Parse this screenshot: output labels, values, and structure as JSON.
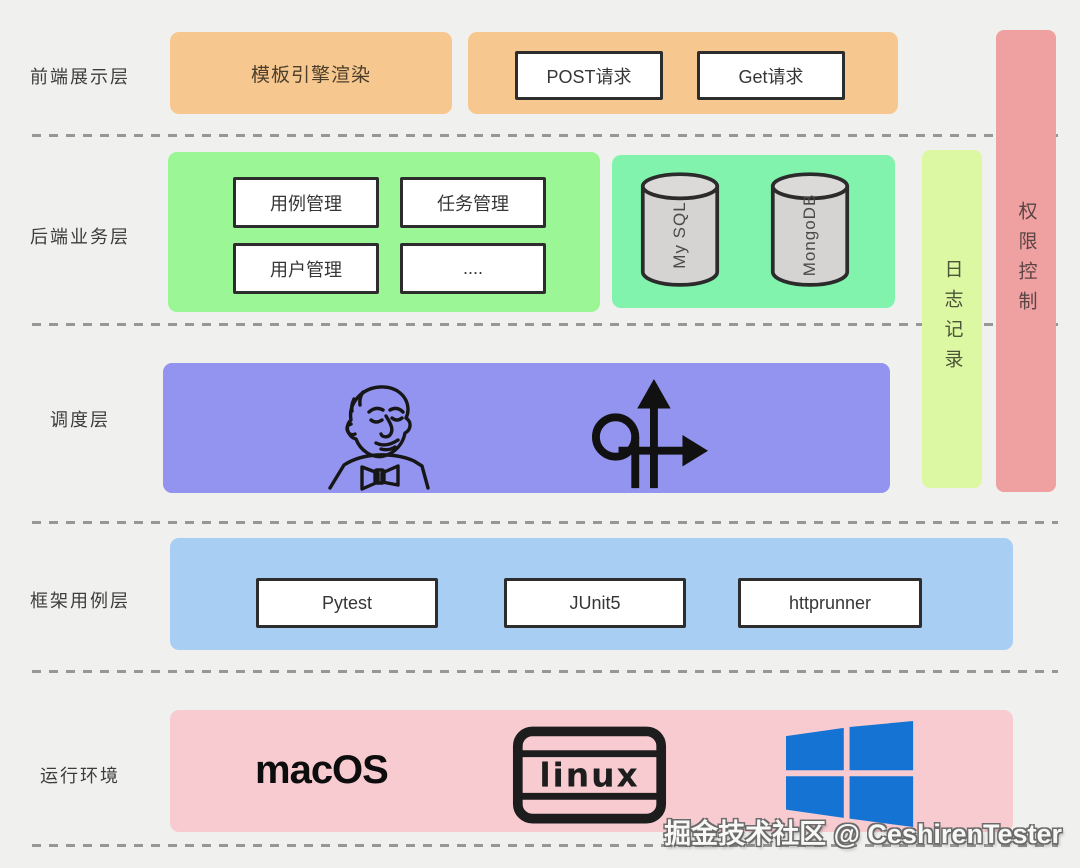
{
  "colors": {
    "background": "#f0f0ee",
    "frontend_panel": "#f6c78f",
    "backend_panel": "#9bf795",
    "database_panel": "#81f3ad",
    "scheduler_panel": "#9394ef",
    "framework_panel": "#a8cef4",
    "runtime_panel": "#f8cbd1",
    "log_bar": "#ddf8a3",
    "permission_bar": "#efa0a0",
    "windows_blue": "#1573d3",
    "box_border": "#2d2d2d",
    "dashed_line": "#979797"
  },
  "row_labels": {
    "frontend": "前端展示层",
    "backend": "后端业务层",
    "scheduler": "调度层",
    "framework": "框架用例层",
    "runtime": "运行环境"
  },
  "frontend": {
    "template_engine": "模板引擎渲染",
    "post_request": "POST请求",
    "get_request": "Get请求"
  },
  "backend": {
    "modules": [
      "用例管理",
      "任务管理",
      "用户管理",
      "...."
    ],
    "databases": [
      "My SQL",
      "MongoDB"
    ]
  },
  "side_bars": {
    "logging": "日志记录",
    "permission": "权限控制"
  },
  "scheduler": {
    "icons": [
      "jenkins-butler-icon",
      "pipeline-arrows-icon"
    ]
  },
  "framework": {
    "tools": [
      "Pytest",
      "JUnit5",
      "httprunner"
    ]
  },
  "runtime": {
    "macos": "macOS",
    "linux": "linux",
    "windows_icon": "windows-flag-logo"
  },
  "watermark": "掘金技术社区 @ CeshirenTester"
}
